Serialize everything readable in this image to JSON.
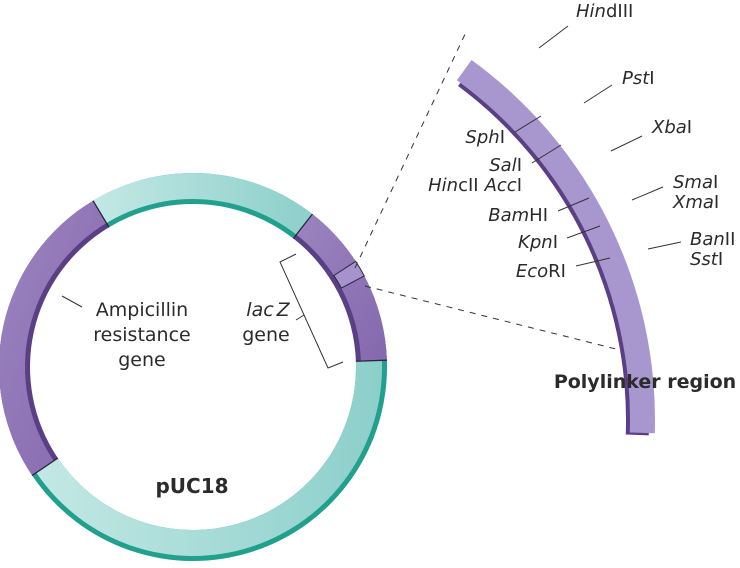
{
  "title": "pUC18",
  "colors": {
    "teal_light": "#b5e2df",
    "teal_mid": "#8fd0cb",
    "teal_dark": "#21a08e",
    "purple": "#8e73b4",
    "purple_dark": "#5b3f85",
    "polylinker": "#a896cf",
    "polylinker_slice": "#a692cc",
    "text": "#2b2b2b"
  },
  "plasmid": {
    "name": "pUC18",
    "segments": [
      {
        "id": "amp",
        "type": "gene",
        "label_lines": [
          "Ampicillin",
          "resistance",
          "gene"
        ],
        "start_deg": 236,
        "end_deg": 329
      },
      {
        "id": "top-backbone",
        "type": "backbone",
        "start_deg": 329,
        "end_deg": 398
      },
      {
        "id": "lacz",
        "type": "gene",
        "label_italic": "lac",
        "label_italic2": "Z",
        "label_line2": "gene",
        "start_deg": 38,
        "end_deg": 88
      },
      {
        "id": "bottom-backbone",
        "type": "backbone",
        "start_deg": 88,
        "end_deg": 236
      }
    ],
    "polylinker_slice": {
      "start_deg": 57,
      "end_deg": 62
    }
  },
  "polylinker": {
    "title": "Polylinker region",
    "sites": [
      {
        "italic": "Hin",
        "roman": "dIII",
        "side": "right"
      },
      {
        "italic": "Pst",
        "roman": "I",
        "side": "right"
      },
      {
        "italic": "Sph",
        "roman": "I",
        "side": "left"
      },
      {
        "italic": "Xba",
        "roman": "I",
        "side": "right"
      },
      {
        "italic": "Sal",
        "roman": "I",
        "side": "left",
        "extra": [
          {
            "italic": "Hin",
            "roman": "cII"
          },
          {
            "italic": "Acc",
            "roman": "I"
          }
        ]
      },
      {
        "italic": "Sma",
        "roman": "I",
        "side": "right",
        "second": {
          "italic": "Xma",
          "roman": "I"
        }
      },
      {
        "italic": "Bam",
        "roman": "HI",
        "side": "left"
      },
      {
        "italic": "Kpn",
        "roman": "I",
        "side": "left"
      },
      {
        "italic": "Ban",
        "roman": "II",
        "side": "right",
        "second": {
          "italic": "Sst",
          "roman": "I"
        }
      },
      {
        "italic": "Eco",
        "roman": "RI",
        "side": "left"
      }
    ]
  }
}
